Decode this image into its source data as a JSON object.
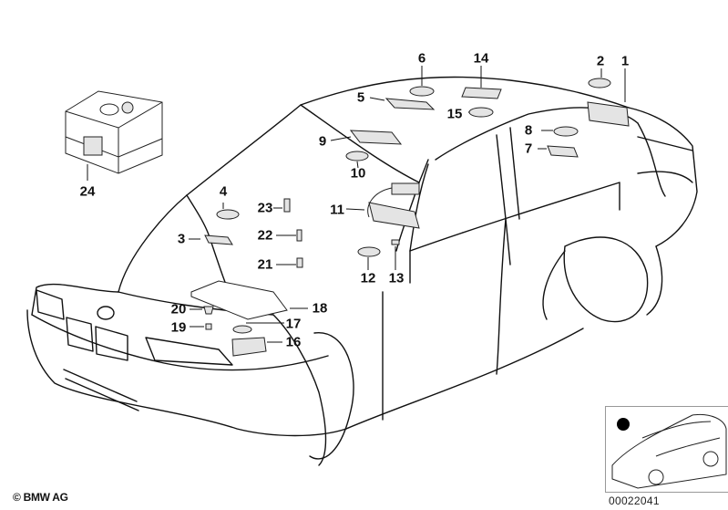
{
  "diagram": {
    "title": "Interior lights – parts diagram",
    "copyright": "© BMW AG",
    "diagram_id": "00022041",
    "thumbnail_marker_color": "#000000",
    "line_color": "#111111",
    "part_fill_color": "#e4e4e4"
  },
  "callouts": [
    {
      "id": "1",
      "label": "1"
    },
    {
      "id": "2",
      "label": "2"
    },
    {
      "id": "3",
      "label": "3"
    },
    {
      "id": "4",
      "label": "4"
    },
    {
      "id": "5",
      "label": "5"
    },
    {
      "id": "6",
      "label": "6"
    },
    {
      "id": "7",
      "label": "7"
    },
    {
      "id": "8",
      "label": "8"
    },
    {
      "id": "9",
      "label": "9"
    },
    {
      "id": "10",
      "label": "10"
    },
    {
      "id": "11",
      "label": "11"
    },
    {
      "id": "12",
      "label": "12"
    },
    {
      "id": "13",
      "label": "13"
    },
    {
      "id": "14",
      "label": "14"
    },
    {
      "id": "15",
      "label": "15"
    },
    {
      "id": "16",
      "label": "16"
    },
    {
      "id": "17",
      "label": "17"
    },
    {
      "id": "18",
      "label": "18"
    },
    {
      "id": "19",
      "label": "19"
    },
    {
      "id": "20",
      "label": "20"
    },
    {
      "id": "21",
      "label": "21"
    },
    {
      "id": "22",
      "label": "22"
    },
    {
      "id": "23",
      "label": "23"
    },
    {
      "id": "24",
      "label": "24"
    }
  ]
}
